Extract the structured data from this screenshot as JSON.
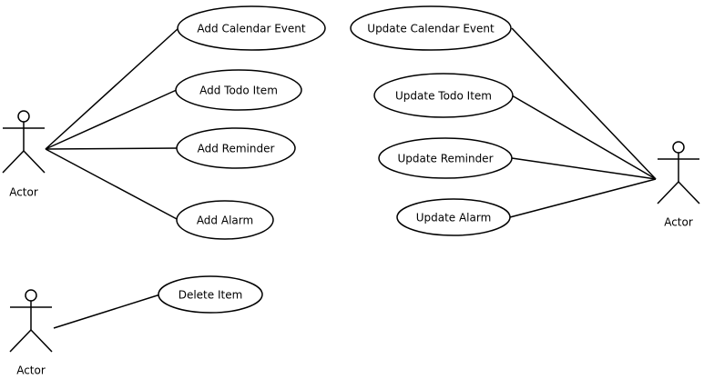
{
  "actors": [
    {
      "id": "actor-left-top",
      "label": "Actor"
    },
    {
      "id": "actor-right",
      "label": "Actor"
    },
    {
      "id": "actor-left-bottom",
      "label": "Actor"
    }
  ],
  "use_cases": [
    {
      "id": "add-calendar-event",
      "label": "Add Calendar Event"
    },
    {
      "id": "add-todo-item",
      "label": "Add Todo Item"
    },
    {
      "id": "add-reminder",
      "label": "Add Reminder"
    },
    {
      "id": "add-alarm",
      "label": "Add Alarm"
    },
    {
      "id": "delete-item",
      "label": "Delete Item"
    },
    {
      "id": "update-calendar-event",
      "label": "Update Calendar Event"
    },
    {
      "id": "update-todo-item",
      "label": "Update Todo Item"
    },
    {
      "id": "update-reminder",
      "label": "Update Reminder"
    },
    {
      "id": "update-alarm",
      "label": "Update Alarm"
    }
  ],
  "associations": [
    {
      "from": "actor-left-top",
      "to": "add-calendar-event"
    },
    {
      "from": "actor-left-top",
      "to": "add-todo-item"
    },
    {
      "from": "actor-left-top",
      "to": "add-reminder"
    },
    {
      "from": "actor-left-top",
      "to": "add-alarm"
    },
    {
      "from": "actor-left-bottom",
      "to": "delete-item"
    },
    {
      "from": "actor-right",
      "to": "update-calendar-event"
    },
    {
      "from": "actor-right",
      "to": "update-todo-item"
    },
    {
      "from": "actor-right",
      "to": "update-reminder"
    },
    {
      "from": "actor-right",
      "to": "update-alarm"
    }
  ]
}
